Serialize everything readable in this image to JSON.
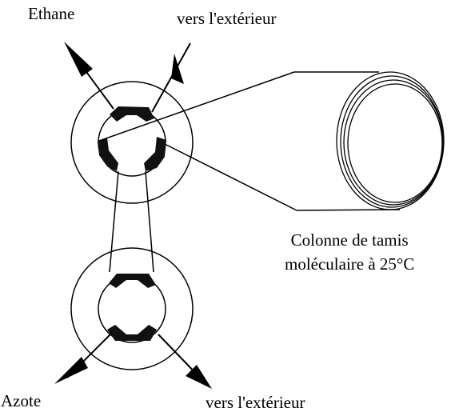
{
  "labels": {
    "ethane": "Ethane",
    "outlet_top": "vers l'extérieur",
    "azote": "Azote",
    "outlet_bottom": "vers l'extérieur",
    "column_line1": "Colonne de tamis",
    "column_line2": "moléculaire à 25°C"
  },
  "colors": {
    "ink": "#000000",
    "background": "#ffffff"
  }
}
